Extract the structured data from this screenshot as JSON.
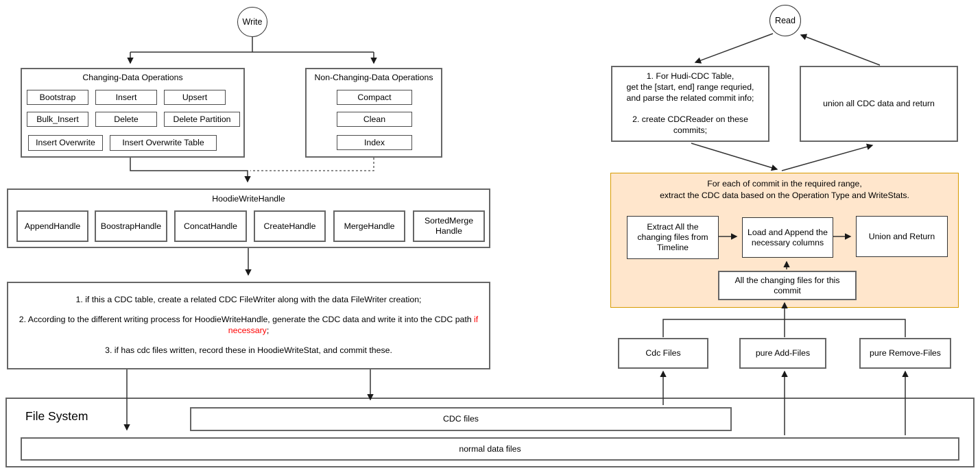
{
  "write_flow": {
    "write_label": "Write",
    "changing": {
      "title": "Changing-Data Operations",
      "ops": [
        "Bootstrap",
        "Insert",
        "Upsert",
        "Bulk_Insert",
        "Delete",
        "Delete Partition",
        "Insert Overwrite",
        "Insert Overwrite Table"
      ]
    },
    "non_changing": {
      "title": "Non-Changing-Data Operations",
      "ops": [
        "Compact",
        "Clean",
        "Index"
      ]
    },
    "hoodie": {
      "title": "HoodieWriteHandle",
      "handles": [
        "AppendHandle",
        "BoostrapHandle",
        "ConcatHandle",
        "CreateHandle",
        "MergeHandle",
        "SortedMerge\nHandle"
      ]
    },
    "steps": {
      "s1": "1. if this a CDC table, create a related CDC FileWriter along with the data FileWriter creation;",
      "s2_pre": "2. According to the different writing process for HoodieWriteHandle, generate the CDC data and write it into the CDC path ",
      "s2_red": "if necessary",
      "s2_post": ";",
      "s3": "3. if has cdc files written, record these in HoodieWriteStat, and commit these."
    }
  },
  "read_flow": {
    "read_label": "Read",
    "step1": "1. For Hudi-CDC Table,\nget the [start, end] range requried,\nand parse the related commit info;\n\n2. create CDCReader on these\ncommits;",
    "union_box": "union all CDC data and return",
    "per_commit": {
      "title": "For each of commit in the required range,\nextract the CDC data based on the Operation Type and WriteStats.",
      "extract": "Extract All the\nchanging files from\nTimeline",
      "load": "Load and Append the\nnecessary columns",
      "union_return": "Union and Return",
      "all_changing": "All the changing files for this\ncommit"
    },
    "files": {
      "cdc": "Cdc Files",
      "add": "pure Add-Files",
      "remove": "pure Remove-Files"
    }
  },
  "file_system": {
    "title": "File System",
    "cdc_files": "CDC files",
    "normal_files": "normal data files"
  },
  "colors": {
    "highlight_fill": "#ffe6cc",
    "highlight_border": "#d79b00",
    "selection_blue": "#57aee0",
    "warning_text": "#ff0000"
  }
}
